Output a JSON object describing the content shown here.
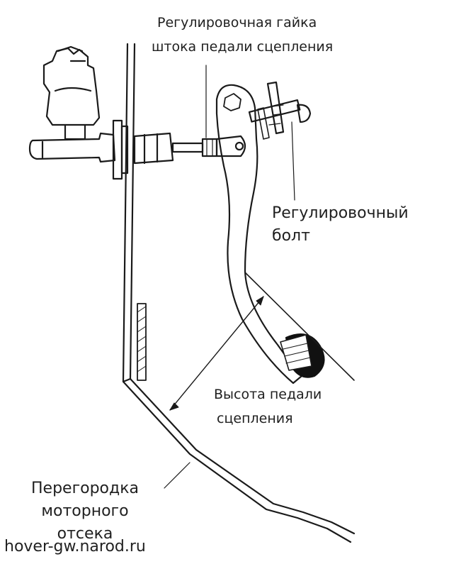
{
  "labels": {
    "nut": [
      "Регулировочная гайка",
      "штока педали сцепления"
    ],
    "bolt": [
      "Регулировочный",
      "болт"
    ],
    "height": [
      "Высота педали",
      "сцепления"
    ],
    "bulkhead": [
      "Перегородка",
      "моторного",
      "отсека"
    ]
  },
  "watermark": "hover-gw.narod.ru",
  "colors": {
    "ink": "#1a1a1a",
    "background": "#ffffff"
  }
}
